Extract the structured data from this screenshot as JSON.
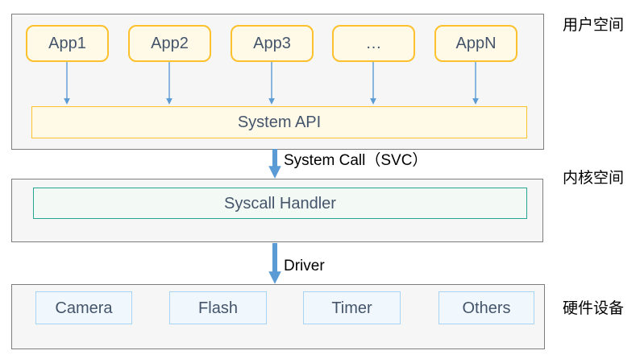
{
  "user_space": {
    "label": "用户空间",
    "apps": [
      "App1",
      "App2",
      "App3",
      "…",
      "AppN"
    ],
    "api_bar": "System API"
  },
  "kernel_space": {
    "label": "内核空间",
    "handler": "Syscall Handler"
  },
  "hardware": {
    "label": "硬件设备",
    "devices": [
      "Camera",
      "Flash",
      "Timer",
      "Others"
    ]
  },
  "arrows": {
    "system_call": "System Call（SVC）",
    "driver": "Driver"
  },
  "colors": {
    "accent_gold_border": "#FCC12C",
    "gold_box_bg": "#FFF9E8",
    "accent_teal_border": "#27A593",
    "teal_box_bg": "#F3FAF6",
    "accent_blue_border": "#A9D3F2",
    "blue_box_bg": "#F0F8FE",
    "arrow_blue": "#5B9BD5",
    "box_text": "#44546A",
    "container_bg": "#F6F6F7",
    "container_border": "#7D7D7D"
  }
}
